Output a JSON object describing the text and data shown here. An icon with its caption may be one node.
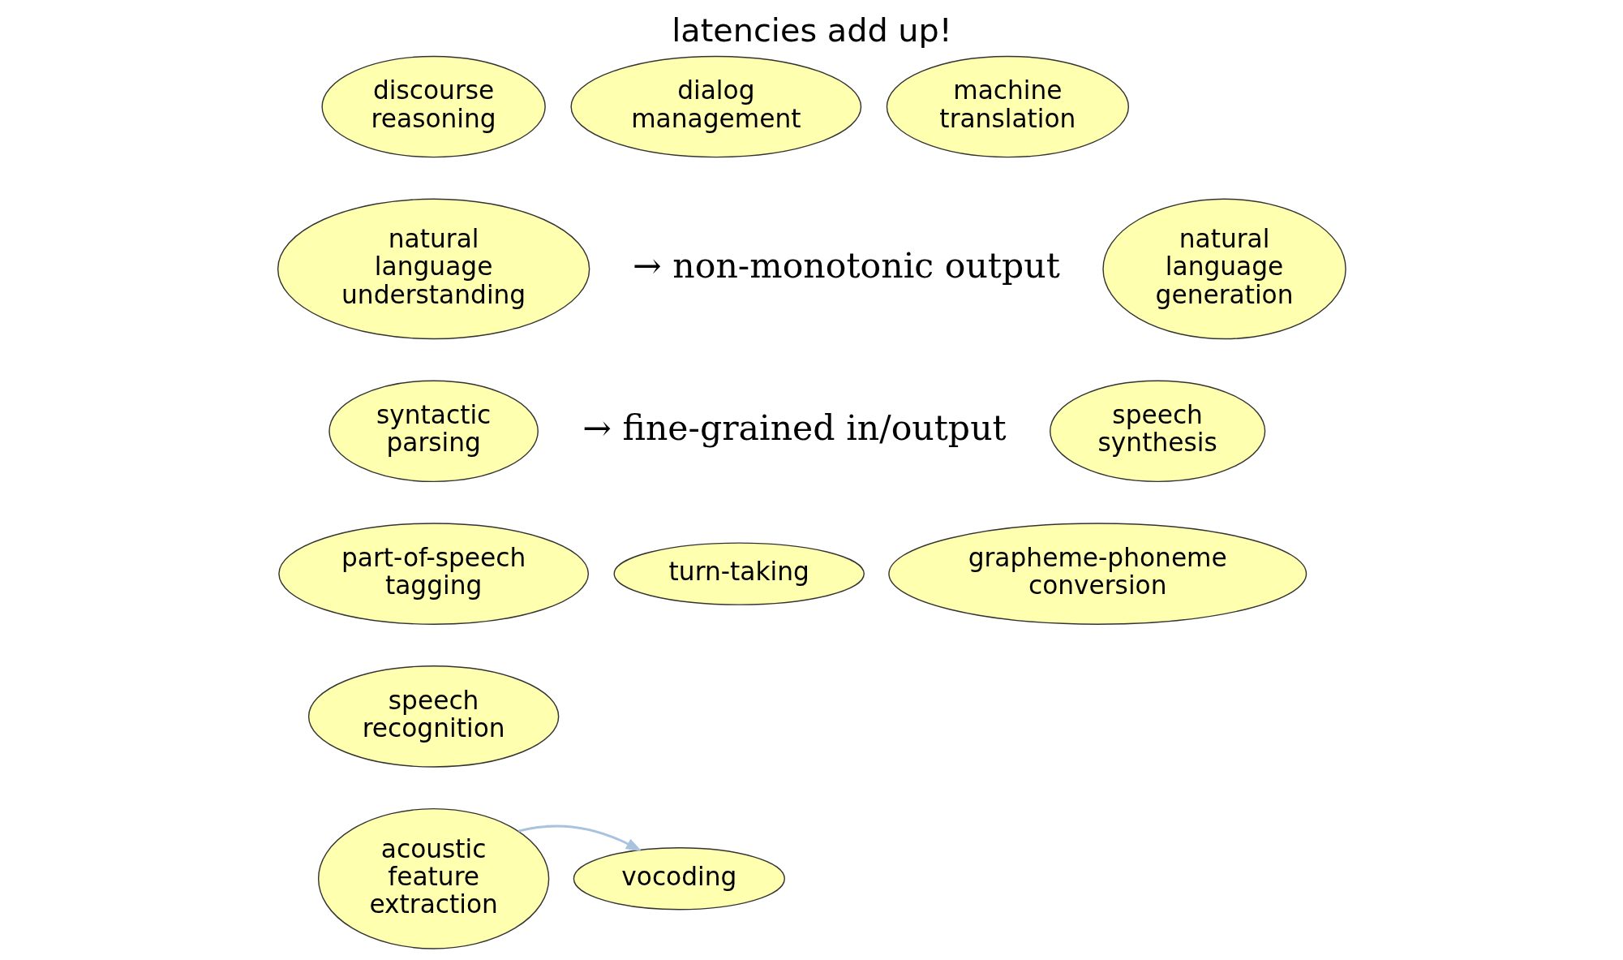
{
  "diagram": {
    "title": "latencies add up!",
    "nodes": [
      {
        "text": [
          "discourse reasoning"
        ]
      },
      {
        "text": [
          "dialog management"
        ]
      },
      {
        "text": [
          "machine translation"
        ]
      },
      {
        "text": [
          "natural language understanding"
        ]
      },
      {
        "text": [
          "natural language generation"
        ]
      },
      {
        "text": [
          "syntactic parsing"
        ]
      },
      {
        "text": [
          "speech synthesis"
        ]
      },
      {
        "text": [
          "part-of-speech tagging"
        ]
      },
      {
        "text": [
          "grapheme-phoneme conversion"
        ]
      },
      {
        "text": [
          "turn-taking"
        ]
      },
      {
        "text": [
          "speech recognition"
        ]
      },
      {
        "text": [
          "acoustic feature extraction"
        ]
      },
      {
        "text": [
          "vocoding"
        ]
      }
    ],
    "edges": [
      {
        "from": 11,
        "to": 12,
        "arrow": "to",
        "color": "#a9c3df"
      }
    ],
    "labels": [
      "→ non-monotonic output",
      "→ fine-grained in/output"
    ]
  }
}
